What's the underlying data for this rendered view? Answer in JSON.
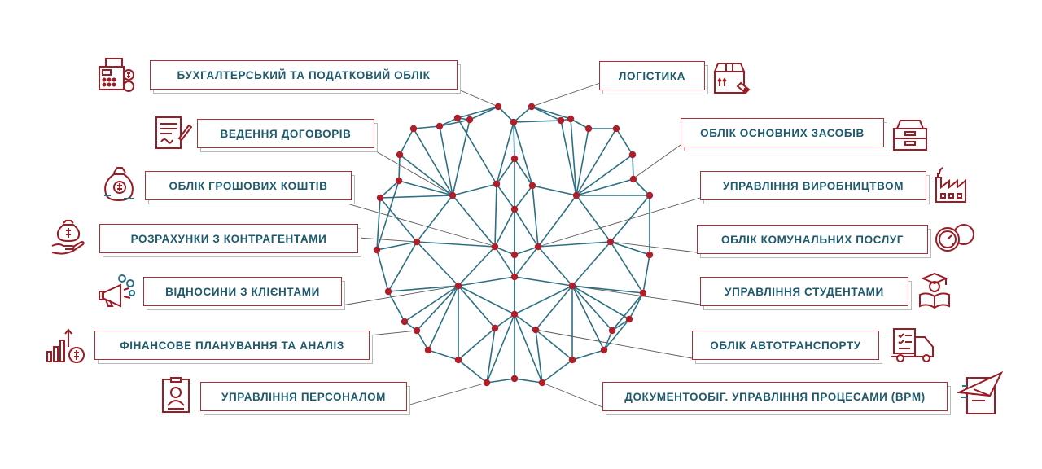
{
  "left_modules": [
    {
      "label": "БУХГАЛТЕРСЬКИЙ ТА ПОДАТКОВИЙ ОБЛІК",
      "icon": "cash-register-icon"
    },
    {
      "label": "ВЕДЕННЯ ДОГОВОРІВ",
      "icon": "contract-signing-icon"
    },
    {
      "label": "ОБЛІК ГРОШОВИХ КОШТІВ",
      "icon": "money-bag-icon"
    },
    {
      "label": "РОЗРАХУНКИ З КОНТРАГЕНТАМИ",
      "icon": "hand-money-icon"
    },
    {
      "label": "ВІДНОСИНИ З КЛІЄНТАМИ",
      "icon": "megaphone-icon"
    },
    {
      "label": "ФІНАНСОВЕ ПЛАНУВАННЯ ТА АНАЛІЗ",
      "icon": "growth-chart-icon"
    },
    {
      "label": "УПРАВЛІННЯ ПЕРСОНАЛОМ",
      "icon": "id-card-icon"
    }
  ],
  "right_modules": [
    {
      "label": "ЛОГІСТИКА",
      "icon": "package-box-icon"
    },
    {
      "label": "ОБЛІК ОСНОВНИХ ЗАСОБІВ",
      "icon": "file-drawer-icon"
    },
    {
      "label": "УПРАВЛІННЯ ВИРОБНИЦТВОМ",
      "icon": "factory-icon"
    },
    {
      "label": "ОБЛІК КОМУНАЛЬНИХ ПОСЛУГ",
      "icon": "utility-meter-icon"
    },
    {
      "label": "УПРАВЛІННЯ СТУДЕНТАМИ",
      "icon": "graduate-student-icon"
    },
    {
      "label": "ОБЛІК АВТОТРАНСПОРТУ",
      "icon": "delivery-truck-icon"
    },
    {
      "label": "ДОКУМЕНТООБІГ. УПРАВЛІННЯ ПРОЦЕСАМИ (BPM)",
      "icon": "paper-plane-document-icon"
    }
  ],
  "colors": {
    "label_text": "#1e5a6e",
    "label_border": "#a8323a",
    "network_line": "#2b6f82",
    "network_node": "#b01e2a",
    "icon_red": "#9b1c24",
    "icon_teal": "#2b6f82"
  }
}
